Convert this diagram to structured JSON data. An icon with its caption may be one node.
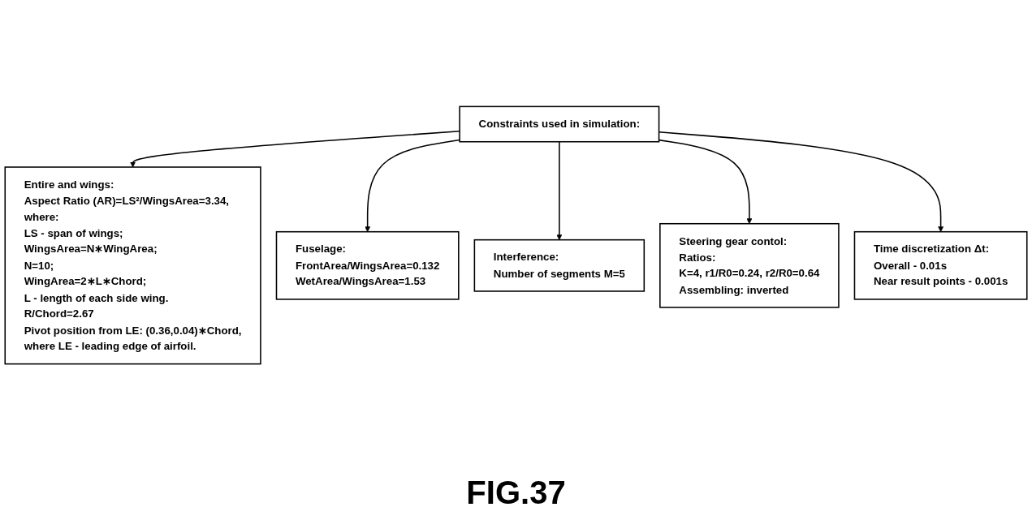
{
  "diagram": {
    "nodes": [
      {
        "text": [
          "Constraints used in simulation:"
        ]
      },
      {
        "text": [
          "Entire and wings:",
          "Aspect Ratio (AR)=LS²/WingsArea=3.34,",
          "where:",
          "LS - span of wings;",
          "WingsArea=N∗WingArea;",
          "N=10;",
          "WingArea=2∗L∗Chord;",
          "L - length of each side wing.",
          "R/Chord=2.67",
          "Pivot position from LE: (0.36,0.04)∗Chord,",
          "where LE - leading edge of airfoil."
        ]
      },
      {
        "text": [
          "Fuselage:",
          "FrontArea/WingsArea=0.132",
          "WetArea/WingsArea=1.53"
        ]
      },
      {
        "text": [
          "Interference:",
          "Number of segments M=5"
        ]
      },
      {
        "text": [
          "Steering gear contol:",
          "Ratios:",
          "K=4, r1/R0=0.24, r2/R0=0.64",
          "Assembling: inverted"
        ]
      },
      {
        "text": [
          "Time discretization Δt:",
          "Overall - 0.01s",
          "Near result points - 0.001s"
        ]
      }
    ],
    "edges": [
      {
        "from": 0,
        "to": 1,
        "arrow": "to"
      },
      {
        "from": 0,
        "to": 2,
        "arrow": "to"
      },
      {
        "from": 0,
        "to": 3,
        "arrow": "to"
      },
      {
        "from": 0,
        "to": 4,
        "arrow": "to"
      },
      {
        "from": 0,
        "to": 5,
        "arrow": "to"
      }
    ],
    "labels": [
      "FIG.37"
    ]
  }
}
